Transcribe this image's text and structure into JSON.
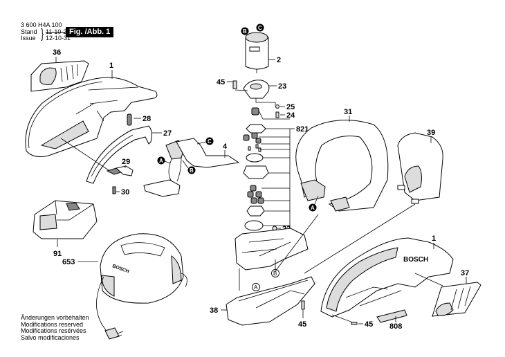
{
  "header": {
    "part_number": "3 600 H4A 100",
    "stand_label": "Stand",
    "issue_label": "Issue",
    "brace": "}",
    "stand_value": "11-10-25",
    "issue_value": "12-10-31",
    "figure_label": "Fig. /Abb. 1"
  },
  "notes": [
    "Änderungen vorbehalten",
    "Modifications reserved",
    "Modifications resérvées",
    "Salvo modificaciones"
  ],
  "parts": {
    "p36": "36",
    "p1a": "1",
    "p28": "28",
    "p27": "27",
    "p29": "29",
    "p30": "30",
    "p4": "4",
    "p91": "91",
    "p653": "653",
    "p2": "2",
    "p45a": "45",
    "p23": "23",
    "p25": "25",
    "p24": "24",
    "p821": "821",
    "p22": "22",
    "p31": "31",
    "p39": "39",
    "p1b": "1",
    "p37": "37",
    "p38": "38",
    "p45b": "45",
    "p45c": "45",
    "p808": "808"
  },
  "markers": {
    "A": "A",
    "B": "B",
    "C": "C"
  },
  "brand": "BOSCH"
}
